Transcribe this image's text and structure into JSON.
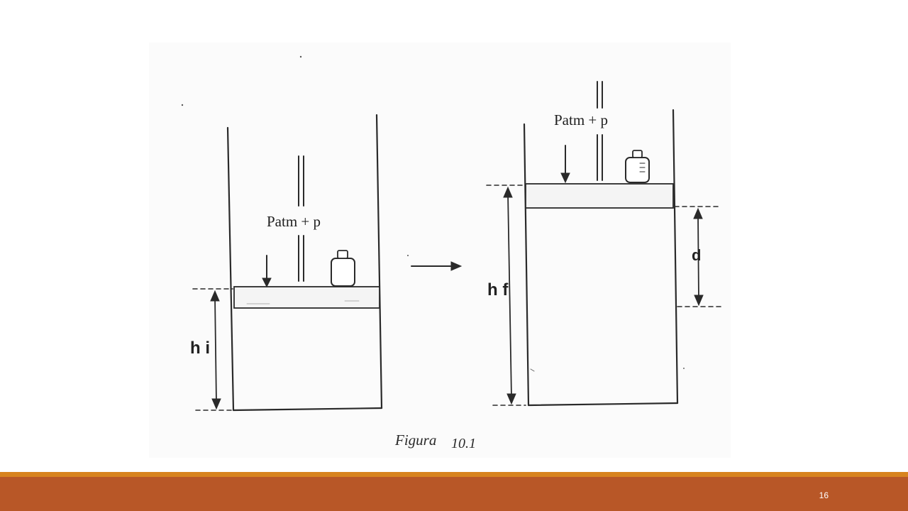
{
  "diagram": {
    "left": {
      "pressure_label": "Patm + p",
      "height_label": "h i"
    },
    "right": {
      "pressure_label": "Patm + p",
      "height_label": "h f",
      "displacement_label": "d"
    },
    "caption": {
      "word": "Figura",
      "number": "10.1"
    }
  },
  "footer": {
    "page_number": "16"
  }
}
